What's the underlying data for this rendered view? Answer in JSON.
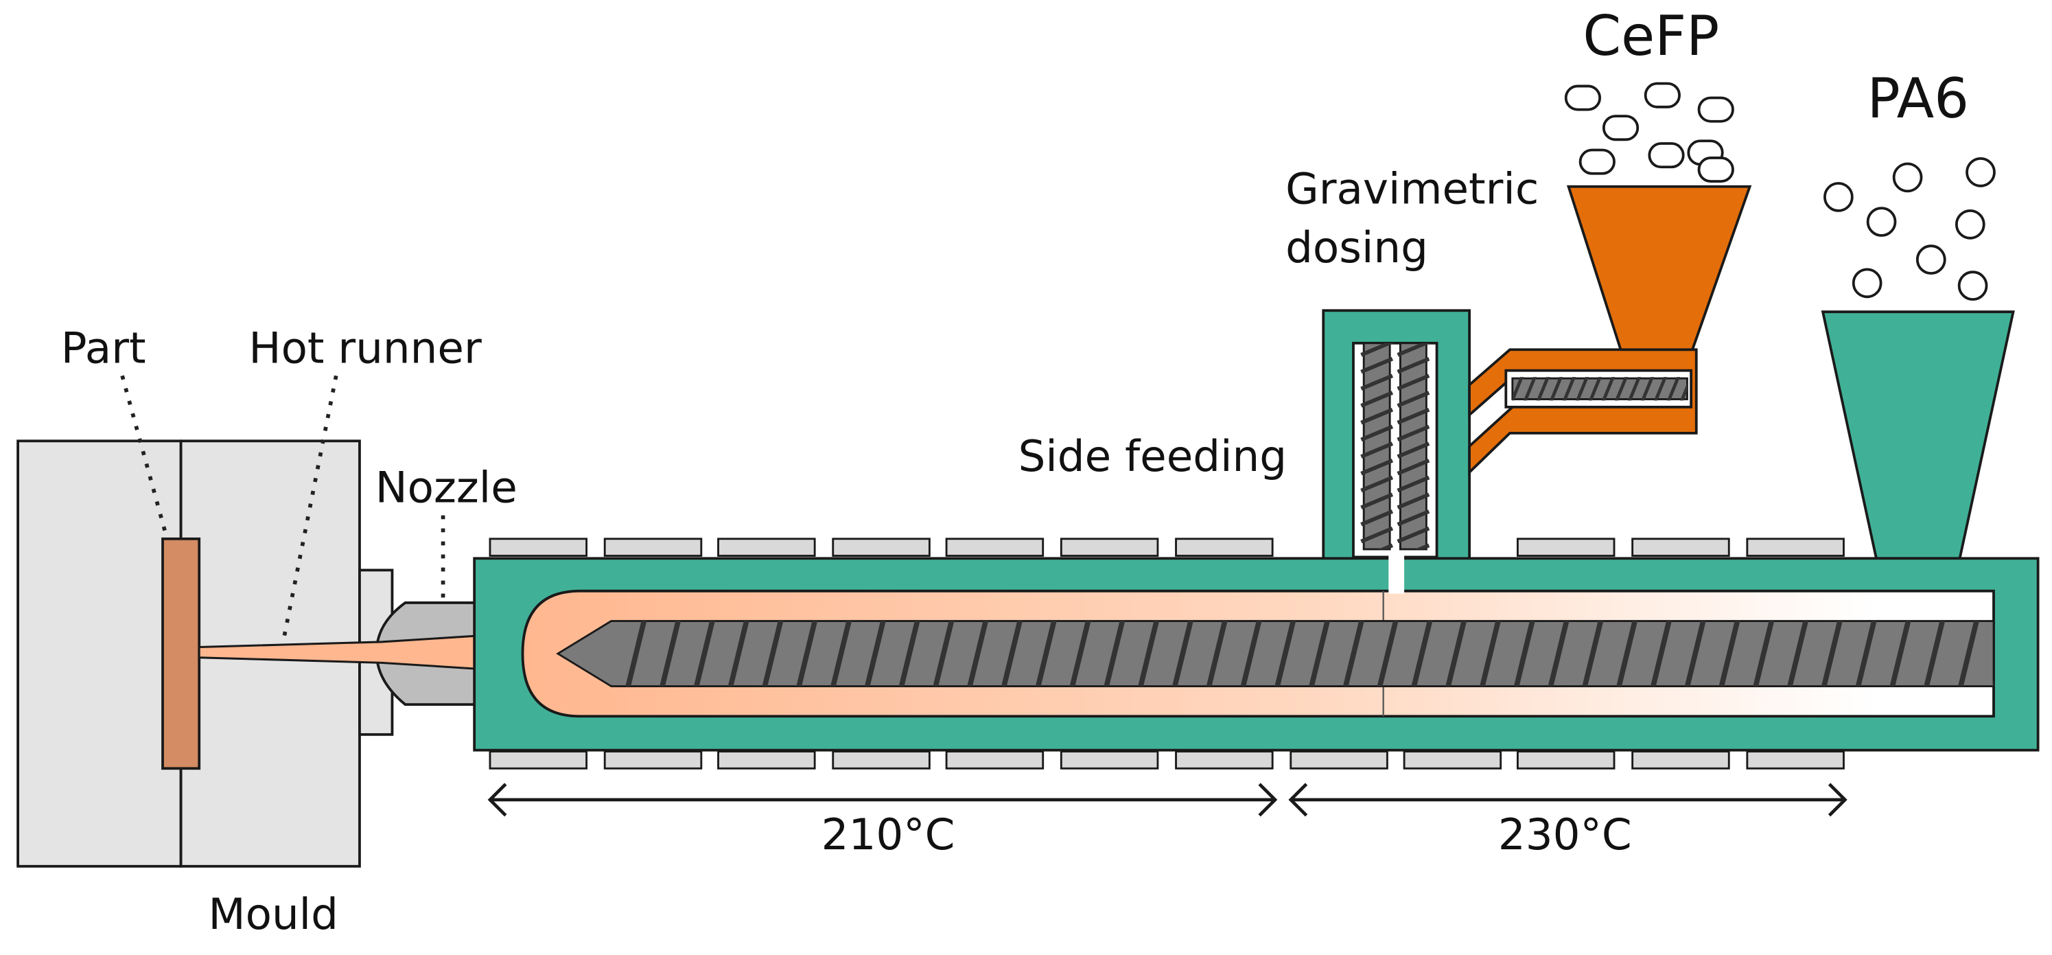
{
  "labels": {
    "part": "Part",
    "hot_runner": "Hot runner",
    "nozzle": "Nozzle",
    "mould": "Mould",
    "side_feeding": "Side feeding",
    "gravimetric_line1": "Gravimetric",
    "gravimetric_line2": "dosing",
    "cefp": "CeFP",
    "pa6": "PA6",
    "zone_left_temp": "210°C",
    "zone_right_temp": "230°C"
  },
  "colors": {
    "barrel": "#40B197",
    "hopper_cefp": "#E46E0A",
    "hopper_pa6": "#40B197",
    "melt": "#FFB78F",
    "part": "#D38C63",
    "screw": "#7A7A7A",
    "flight": "#333333",
    "mould": "#E4E4E4",
    "heater": "#D9D9D9",
    "nozzle": "#BDBDBD"
  }
}
